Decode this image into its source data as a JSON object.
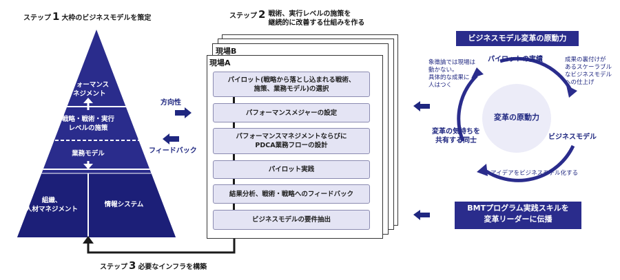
{
  "step1": {
    "prefix": "ステップ",
    "num": "1",
    "text": "大枠のビジネスモデルを策定"
  },
  "step2": {
    "prefix": "ステップ",
    "num": "2",
    "line1": "戦術、実行レベルの施策を",
    "line2": "継続的に改善する仕組みを作る"
  },
  "step3": {
    "prefix": "ステップ",
    "num": "3",
    "text": "必要なインフラを構築"
  },
  "pyramid": {
    "level1_l1": "パフォーマンス",
    "level1_l2": "マネジメント",
    "level2_l1": "戦略・戦術・実行",
    "level2_l2": "レベルの施策",
    "level3": "業務モデル",
    "level4a_l1": "組織、",
    "level4a_l2": "人材マネジメント",
    "level4b": "情報システム"
  },
  "arrows": {
    "direction": "方向性",
    "feedback": "フィードバック"
  },
  "cards": {
    "b_title": "現場B",
    "a_title": "現場A"
  },
  "process": [
    {
      "l1": "パイロット(戦略から落とし込まれる戦術、",
      "l2": "施策、業務モデル)の選択"
    },
    {
      "l1": "パフォーマンスメジャーの設定",
      "l2": ""
    },
    {
      "l1": "パフォーマンスマネジメントならびに",
      "l2": "PDCA業務フローの設計"
    },
    {
      "l1": "パイロット実践",
      "l2": ""
    },
    {
      "l1": "結果分析、戦術・戦略へのフィードバック",
      "l2": ""
    },
    {
      "l1": "ビジネスモデルの要件抽出",
      "l2": ""
    }
  ],
  "cycle": {
    "title": "ビジネスモデル変革の原動力",
    "center": "変革の原動力",
    "top": "パイロットの実績",
    "right": "ビジネスモデル",
    "left_l1": "変革の気持ちを",
    "left_l2": "共有する同士",
    "note_left": [
      "象徴論では現場は",
      "動かない。",
      "具体的な成果に",
      "人はつく"
    ],
    "note_right": [
      "成果の裏付けが",
      "あるスケーラブル",
      "なビジネスモデル",
      "への仕上げ"
    ],
    "note_bottom": "アイデアをビジネスモデル化する"
  },
  "bmt": {
    "l1": "BMTプログラム実践スキルを",
    "l2": "変革リーダーに伝播"
  },
  "colors": {
    "navy": "#1f2780",
    "panel": "#2a2c8c",
    "proc_fill": "#e4e4f4",
    "circle_fill": "#ececf8"
  }
}
